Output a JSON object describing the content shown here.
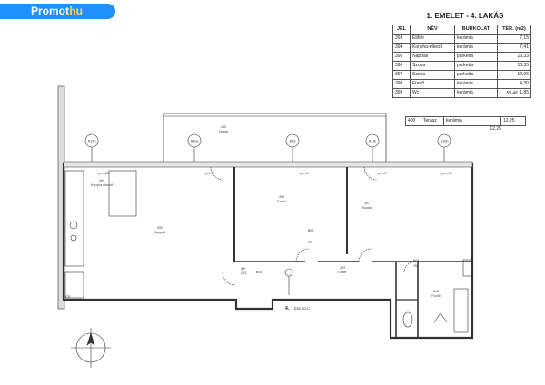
{
  "watermark": {
    "brand": "Promot",
    "tld": ".hu"
  },
  "table": {
    "title": "1. EMELET - 4. LAKÁS",
    "headers": [
      "JEL",
      "NÉV",
      "BURKOLAT",
      "TER. (m2)"
    ],
    "rows": [
      [
        "393",
        "Előtér",
        "kerámia",
        "7,15"
      ],
      [
        "394",
        "Konyha-étkező",
        "kerámia",
        "7,41"
      ],
      [
        "395",
        "Nappali",
        "parketta",
        "16,33"
      ],
      [
        "396",
        "Szoba",
        "parketta",
        "10,35"
      ],
      [
        "397",
        "Szoba",
        "parketta",
        "12,06"
      ],
      [
        "398",
        "Fürdő",
        "kerámia",
        "4,30"
      ],
      [
        "399",
        "Wc",
        "kerámia",
        "1,85"
      ]
    ],
    "total": "59,46"
  },
  "terrace": {
    "row": [
      "400",
      "Terasz",
      "kerámia",
      "12,25"
    ],
    "total": "12,25"
  },
  "plan": {
    "rooms": {
      "terrace": {
        "code": "400",
        "name": "Terasz"
      },
      "kitchen": {
        "code": "394",
        "name": "Konyha-étkező"
      },
      "living": {
        "code": "395",
        "name": "Nappali"
      },
      "room1": {
        "code": "396",
        "name": "Szoba"
      },
      "room2": {
        "code": "397",
        "name": "Szoba"
      },
      "hall": {
        "code": "393",
        "name": "Előtér"
      },
      "bath": {
        "code": "398",
        "name": "Fürdő"
      }
    },
    "windows": [
      "A10b",
      "A10a",
      "A03",
      "A11b",
      "A10b"
    ],
    "pm": [
      "pm=60",
      "pm=0",
      "pm=0",
      "pm=0",
      "pm=90"
    ],
    "doors": [
      "88*",
      "213",
      "B03",
      "90*",
      "B02",
      "76",
      "B04"
    ],
    "apartment_label": "4.",
    "apartment_code": "E52 50-C",
    "misc": "LCE"
  }
}
